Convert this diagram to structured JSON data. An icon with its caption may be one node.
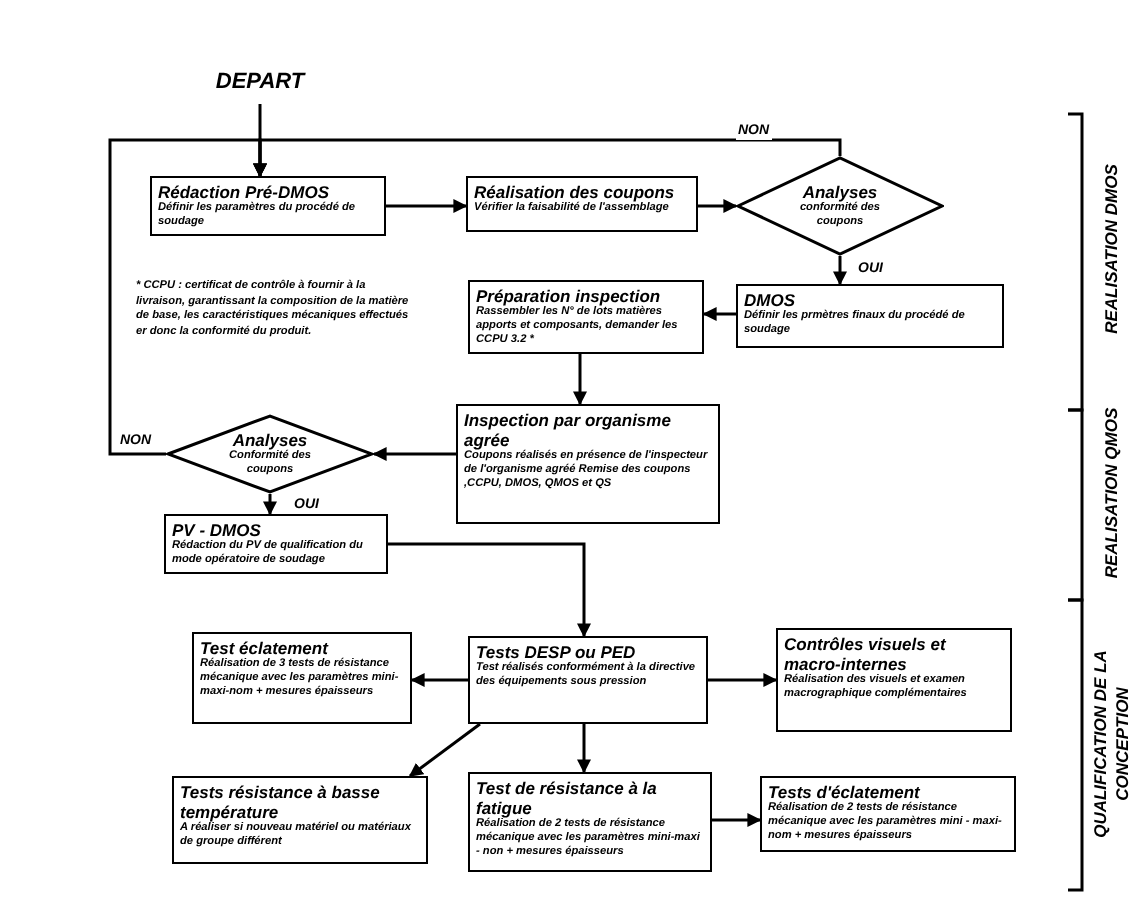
{
  "diagram": {
    "nodes": [
      {
        "text": [
          "DEPART"
        ]
      },
      {
        "text": [
          "Rédaction Pré-DMOS",
          "Définir les paramètres du procédé de soudage"
        ]
      },
      {
        "text": [
          "Réalisation des coupons",
          "Vérifier la faisabilité de l'assemblage"
        ]
      },
      {
        "text": [
          "Analyses",
          "conformité des coupons"
        ]
      },
      {
        "text": [
          "Préparation inspection",
          "Rassembler les N° de lots matières apports et composants, demander les CCPU 3.2 *"
        ]
      },
      {
        "text": [
          "DMOS",
          "Définir les prmètres finaux du procédé de soudage"
        ]
      },
      {
        "text": [
          "Inspection par organisme agrée",
          "Coupons réalisés en présence de l'inspecteur de l'organisme agréé Remise des coupons ,CCPU, DMOS, QMOS et QS"
        ]
      },
      {
        "text": [
          "Analyses",
          "Conformité des coupons"
        ]
      },
      {
        "text": [
          "PV - DMOS",
          "Rédaction du PV de qualification du mode opératoire de soudage"
        ]
      },
      {
        "text": [
          "Test éclatement",
          "Réalisation de 3 tests de résistance mécanique avec les paramètres mini-maxi-nom + mesures épaisseurs"
        ]
      },
      {
        "text": [
          "Tests DESP ou PED",
          "Test réalisés conformément à la directive des équipements sous pression"
        ]
      },
      {
        "text": [
          "Contrôles visuels et macro-internes",
          "Réalisation des visuels et examen macrographique complémentaires"
        ]
      },
      {
        "text": [
          "Tests résistance à basse température",
          "A réaliser si nouveau matériel ou matériaux de groupe différent"
        ]
      },
      {
        "text": [
          "Test de résistance à la fatigue",
          "Réalisation de 2 tests de résistance mécanique avec les paramètres mini-maxi - non + mesures épaisseurs"
        ]
      },
      {
        "text": [
          "Tests d'éclatement",
          "Réalisation de 2 tests de résistance mécanique avec les paramètres mini - maxi- nom + mesures épaisseurs"
        ]
      }
    ],
    "edges": [
      {
        "from": 0,
        "to": 1,
        "arrow": "to"
      },
      {
        "from": 1,
        "to": 2,
        "arrow": "to"
      },
      {
        "from": 2,
        "to": 3,
        "arrow": "to"
      },
      {
        "from": 3,
        "to": 1,
        "arrow": "to",
        "label": "NON"
      },
      {
        "from": 3,
        "to": 5,
        "arrow": "to",
        "label": "OUI"
      },
      {
        "from": 5,
        "to": 4,
        "arrow": "to"
      },
      {
        "from": 4,
        "to": 6,
        "arrow": "to"
      },
      {
        "from": 6,
        "to": 7,
        "arrow": "to"
      },
      {
        "from": 7,
        "to": 1,
        "arrow": "to",
        "label": "NON"
      },
      {
        "from": 7,
        "to": 8,
        "arrow": "to",
        "label": "OUI"
      },
      {
        "from": 8,
        "to": 10,
        "arrow": "to"
      },
      {
        "from": 10,
        "to": 9,
        "arrow": "to"
      },
      {
        "from": 10,
        "to": 11,
        "arrow": "to"
      },
      {
        "from": 10,
        "to": 12,
        "arrow": "to"
      },
      {
        "from": 10,
        "to": 13,
        "arrow": "to"
      },
      {
        "from": 13,
        "to": 14,
        "arrow": "to"
      }
    ],
    "labels": [
      "* CCPU : certificat de contrôle à fournir à la livraison, garantissant la composition de la matière de base, les caractéristiques mécaniques effectués er donc la conformité du produit.",
      "REALISATION DMOS",
      "REALISATION QMOS",
      "QUALIFICATION DE LA CONCEPTION"
    ]
  }
}
